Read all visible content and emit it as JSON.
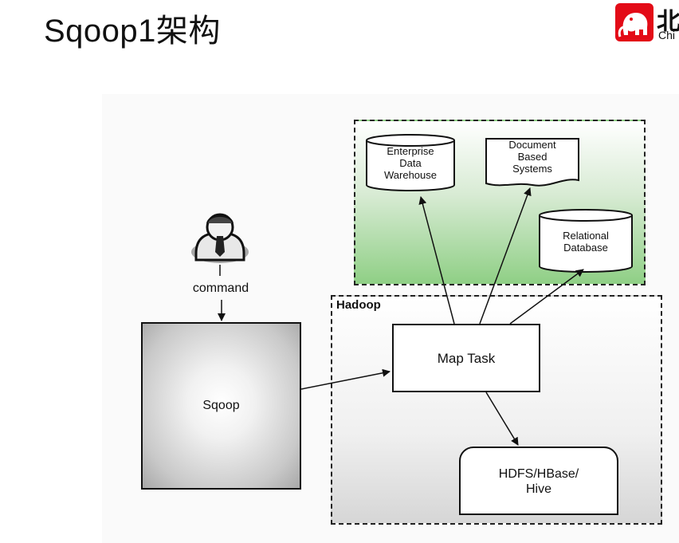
{
  "title": "Sqoop1架构",
  "logo": {
    "text_primary": "北",
    "text_secondary": "Chi"
  },
  "diagram": {
    "hadoop_label": "Hadoop",
    "command_label": "command",
    "sqoop_label": "Sqoop",
    "map_task_label": "Map Task",
    "hdfs_label": "HDFS/HBase/\nHive",
    "enterprise_dw_label": "Enterprise\nData\nWarehouse",
    "document_systems_label": "Document\nBased\nSystems",
    "relational_db_label": "Relational\nDatabase"
  },
  "colors": {
    "logo_red": "#e30b17",
    "green": "#8fcf85"
  }
}
